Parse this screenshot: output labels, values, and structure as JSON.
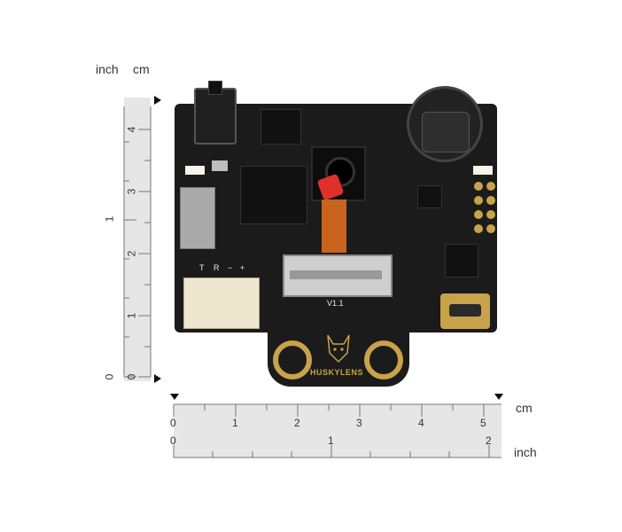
{
  "vertical_ruler": {
    "unit_inch": "inch",
    "unit_cm": "cm",
    "cm_labels": [
      "4",
      "3",
      "2",
      "1",
      "0"
    ],
    "inch_labels": [
      "1",
      "0"
    ]
  },
  "horizontal_ruler": {
    "unit_cm": "cm",
    "unit_inch": "inch",
    "cm_labels": [
      "0",
      "1",
      "2",
      "3",
      "4",
      "5"
    ],
    "inch_labels": [
      "0",
      "1",
      "2"
    ]
  },
  "board": {
    "brand": "HUSKYLENS",
    "version": "V1.1",
    "pin_labels": [
      "T",
      "R",
      "−",
      "+"
    ]
  },
  "colors": {
    "pcb": "#1b1b1b",
    "gold": "#c9a24a",
    "ruler_fill": "#e6e6e6",
    "camera_red": "#e0302a",
    "flex_orange": "#c8641e"
  }
}
